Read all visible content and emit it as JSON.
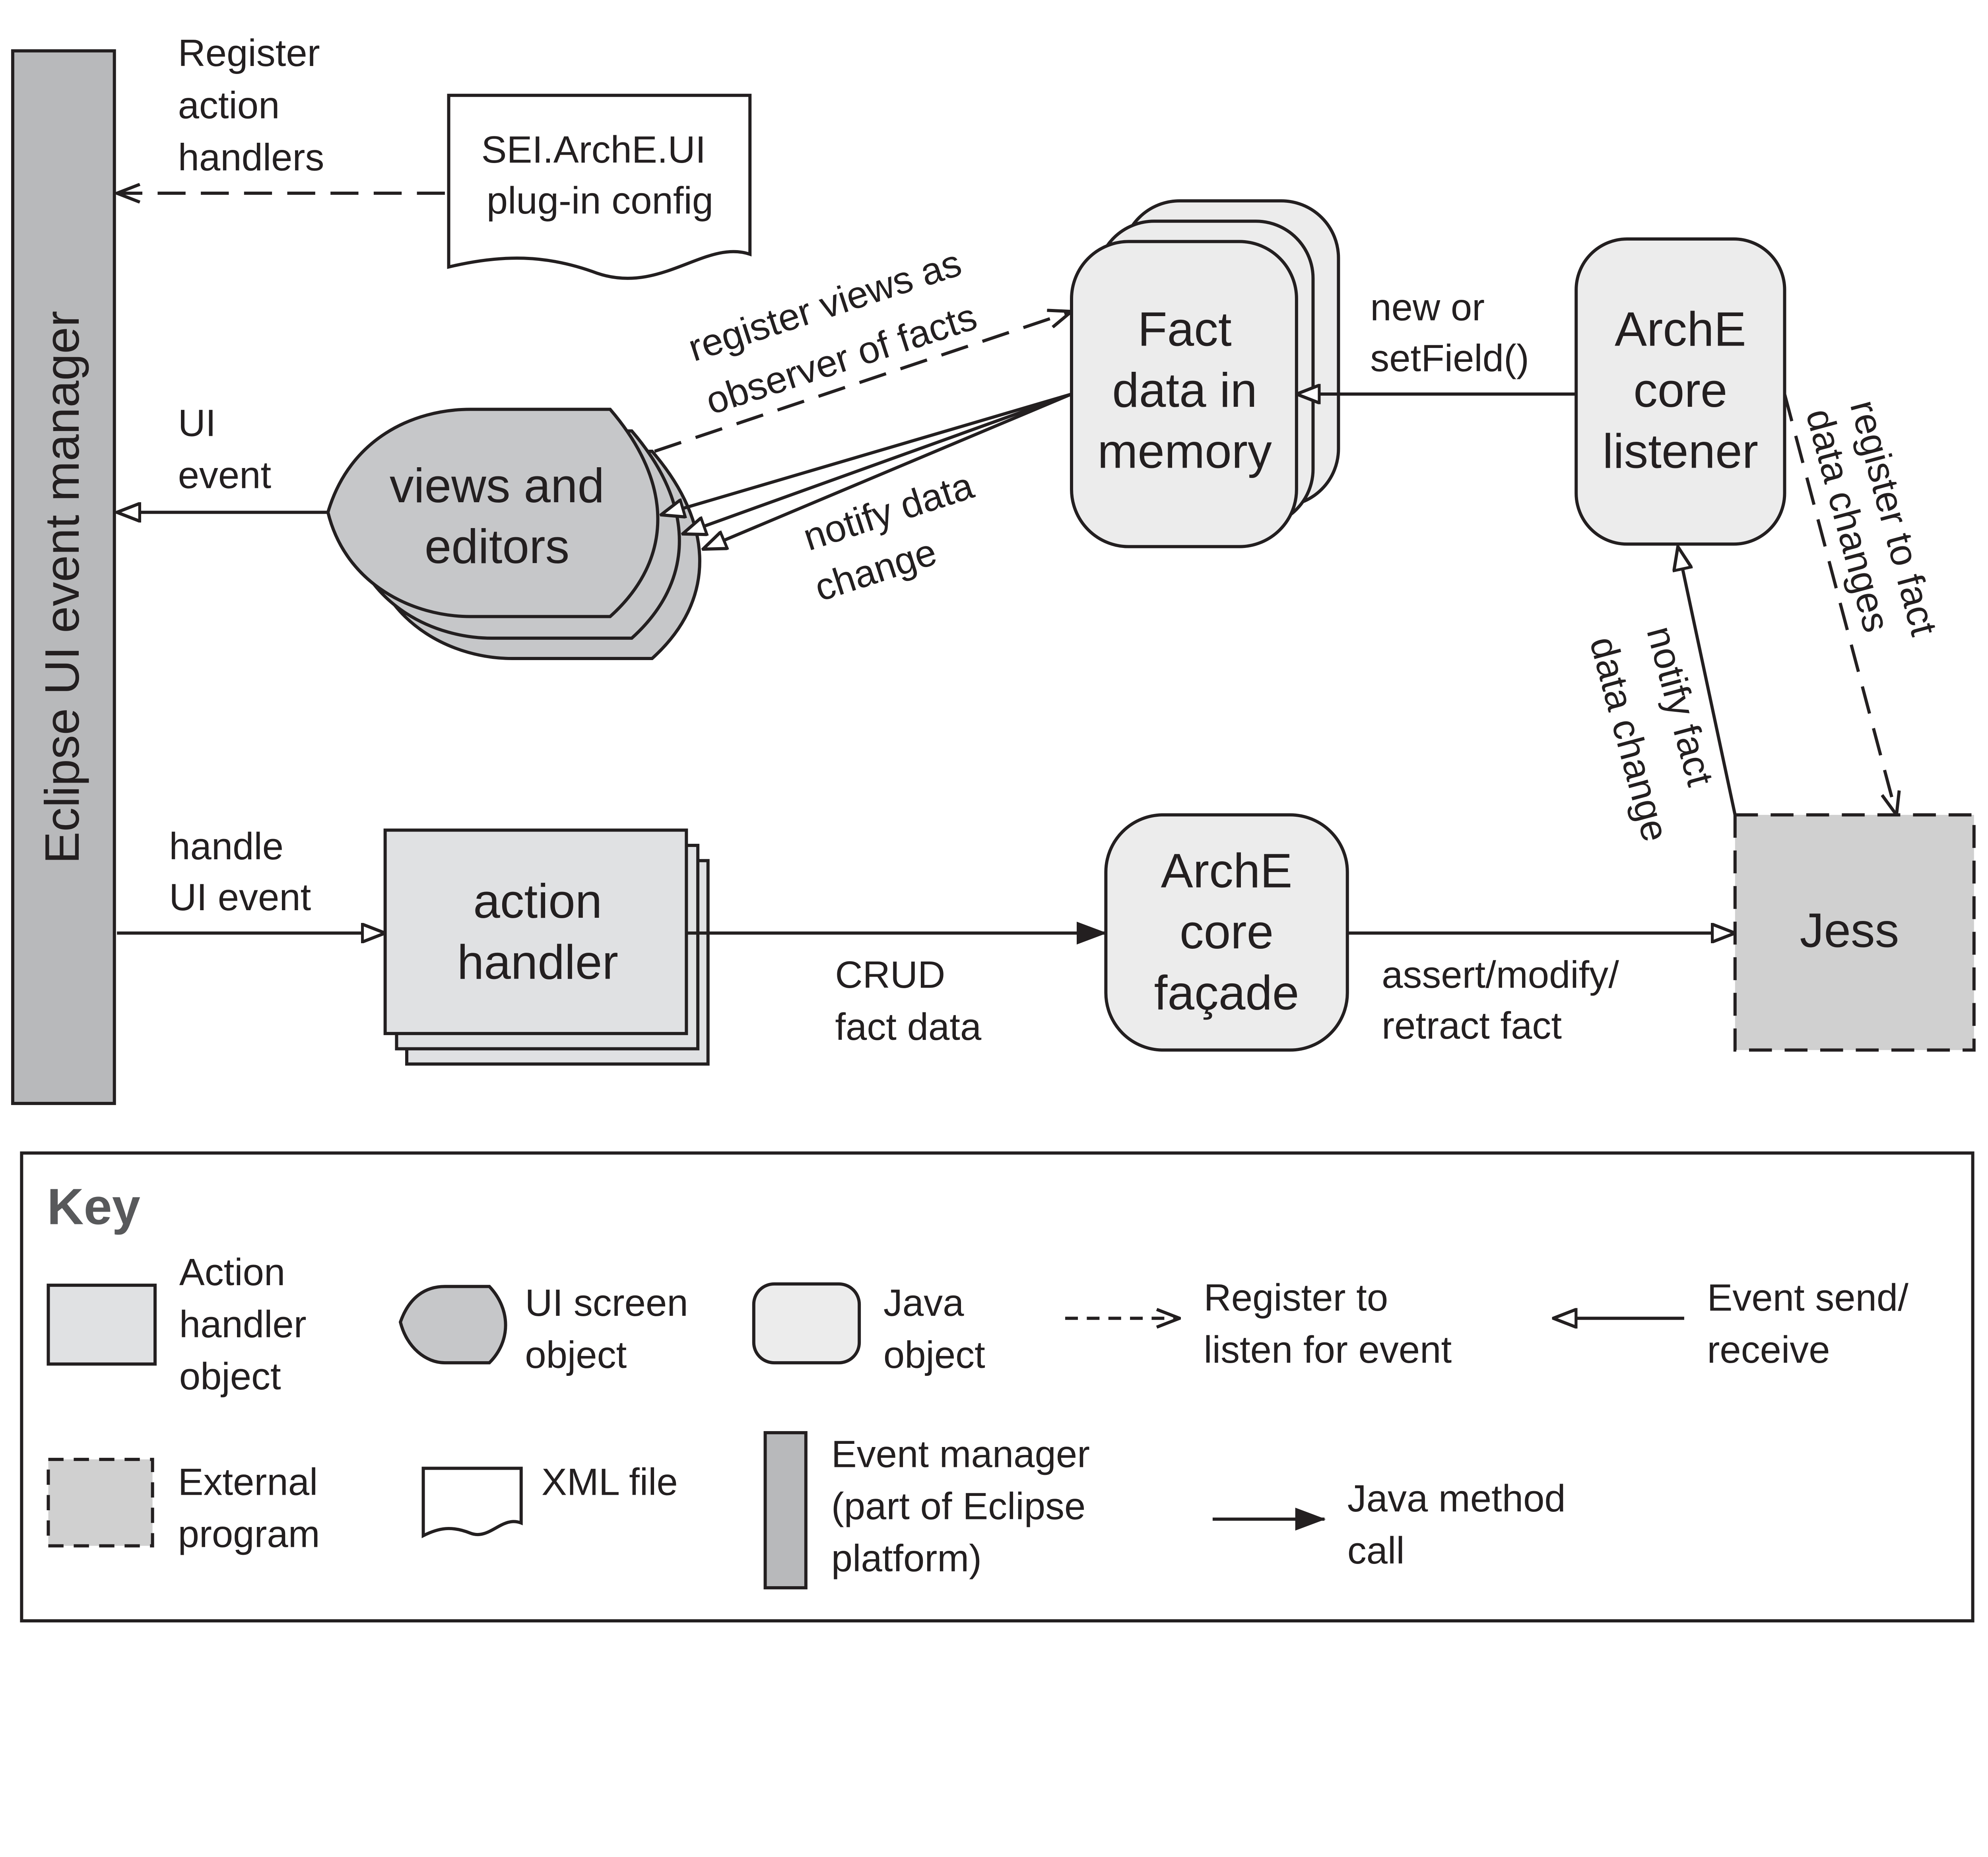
{
  "colors": {
    "event_manager": "#b8b9bb",
    "ui_screen_object": "#c6c7c9",
    "java_object": "#ececec",
    "action_handler": "#e0e1e3",
    "external_program": "#d0d0d0",
    "line": "#231f20"
  },
  "event_manager": {
    "label": "Eclipse UI event manager"
  },
  "xml_config": {
    "lines": [
      "SEI.ArchE.UI",
      "plug-in config"
    ]
  },
  "register_handlers": {
    "lines": [
      "Register",
      "action",
      "handlers"
    ]
  },
  "fact_data": {
    "lines": [
      "Fact",
      "data in",
      "memory"
    ]
  },
  "core_listener": {
    "lines": [
      "ArchE",
      "core",
      "listener"
    ]
  },
  "new_or_setfield": {
    "lines": [
      "new or",
      "setField()"
    ]
  },
  "views_editors": {
    "lines": [
      "views and",
      "editors"
    ]
  },
  "register_views": {
    "lines": [
      "register views as",
      "observer of facts"
    ]
  },
  "notify_data_change": {
    "lines": [
      "notify data",
      "change"
    ]
  },
  "ui_event": {
    "lines": [
      "UI",
      "event"
    ]
  },
  "handle_ui_event": {
    "lines": [
      "handle",
      "UI event"
    ]
  },
  "action_handler": {
    "lines": [
      "action",
      "handler"
    ]
  },
  "crud": {
    "lines": [
      "CRUD",
      "fact data"
    ]
  },
  "core_facade": {
    "lines": [
      "ArchE",
      "core",
      "façade"
    ]
  },
  "assert_modify": {
    "lines": [
      "assert/modify/",
      "retract fact"
    ]
  },
  "jess": {
    "label": "Jess"
  },
  "notify_fact": {
    "lines": [
      "notify fact",
      "data change"
    ]
  },
  "register_fact": {
    "lines": [
      "register to fact",
      "data changes"
    ]
  },
  "key": {
    "title": "Key",
    "action_handler_object": [
      "Action",
      "handler",
      "object"
    ],
    "ui_screen_object": [
      "UI screen",
      "object"
    ],
    "java_object": [
      "Java",
      "object"
    ],
    "register_listen": [
      "Register to",
      "listen for event"
    ],
    "event_send_receive": [
      "Event send/",
      "receive"
    ],
    "external_program": [
      "External",
      "program"
    ],
    "xml_file": [
      "XML file"
    ],
    "event_manager": [
      "Event manager",
      "(part of Eclipse",
      "platform)"
    ],
    "java_method_call": [
      "Java method",
      "call"
    ]
  }
}
